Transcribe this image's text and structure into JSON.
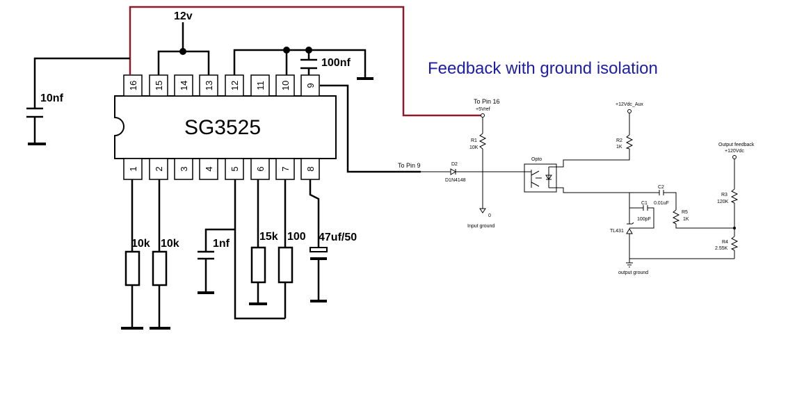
{
  "title": "Feedback with ground isolation",
  "ic": {
    "name": "SG3525",
    "top_pins": [
      "16",
      "15",
      "14",
      "13",
      "12",
      "11",
      "10",
      "9"
    ],
    "bottom_pins": [
      "1",
      "2",
      "3",
      "4",
      "5",
      "6",
      "7",
      "8"
    ]
  },
  "left_circuit": {
    "supply": "12v",
    "c_pin16": "10nf",
    "c_pin9": "100nf",
    "r_pin1": "10k",
    "r_pin2": "10k",
    "c_pin5": "1nf",
    "r_pin6": "15k",
    "r_pin7": "100",
    "c_pin8": "47uf/50"
  },
  "right_circuit": {
    "to_pin16": "To Pin 16",
    "vref": "+5Vref",
    "r1_name": "R1",
    "r1_value": "10K",
    "to_pin9": "To Pin 9",
    "d2_name": "D2",
    "d2_part": "D1N4148",
    "gnd_in_zero": "0",
    "input_ground": "Input ground",
    "opto": "Opto",
    "aux": "+12Vdc_Aux",
    "r2_name": "R2",
    "r2_value": "1K",
    "out_fb_1": "Output feedback",
    "out_fb_2": "+120Vdc",
    "c2_name": "C2",
    "c2_value": "0.01uF",
    "c1_name": "C1",
    "c1_value": "100pF",
    "r5_name": "R5",
    "r5_value": "1K",
    "r3_name": "R3",
    "r3_value": "120K",
    "tl431": "TL431",
    "r4_name": "R4",
    "r4_value": "2.55K",
    "output_ground": "output ground"
  }
}
